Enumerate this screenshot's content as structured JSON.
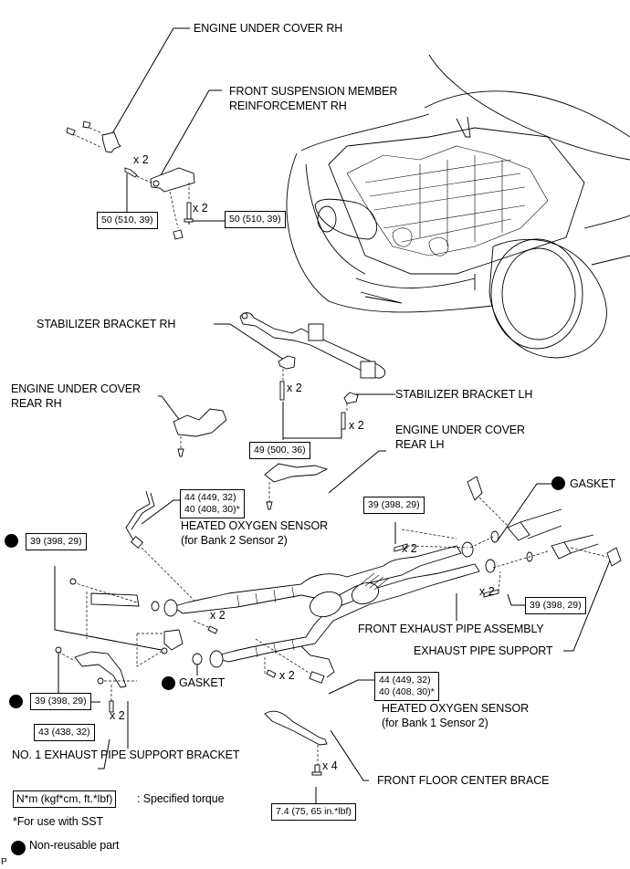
{
  "diagram": {
    "type": "exploded parts diagram",
    "labels": {
      "engine_under_cover_rh": "ENGINE UNDER COVER RH",
      "front_suspension_member_1": "FRONT SUSPENSION MEMBER",
      "front_suspension_member_2": "REINFORCEMENT RH",
      "stabilizer_bracket_rh": "STABILIZER BRACKET RH",
      "stabilizer_bracket_lh": "STABILIZER BRACKET LH",
      "engine_under_cover_rear_rh_1": "ENGINE UNDER COVER",
      "engine_under_cover_rear_rh_2": "REAR RH",
      "engine_under_cover_rear_lh_1": "ENGINE UNDER COVER",
      "engine_under_cover_rear_lh_2": "REAR LH",
      "gasket_top": "GASKET",
      "gasket_bottom": "GASKET",
      "ho2s_bank2_1": "HEATED OXYGEN SENSOR",
      "ho2s_bank2_2": "(for Bank 2 Sensor 2)",
      "ho2s_bank1_1": "HEATED OXYGEN SENSOR",
      "ho2s_bank1_2": "(for Bank 1 Sensor 2)",
      "front_exhaust_pipe_assembly": "FRONT EXHAUST PIPE ASSEMBLY",
      "exhaust_pipe_support": "EXHAUST PIPE SUPPORT",
      "no1_exhaust_pipe_support_bracket": "NO. 1 EXHAUST PIPE SUPPORT BRACKET",
      "front_floor_center_brace": "FRONT FLOOR CENTER BRACE"
    },
    "torques": {
      "susp_left": "50 (510, 39)",
      "susp_right": "50 (510, 39)",
      "stabilizer": "49 (500, 36)",
      "ho2s_bank2_line1": "44 (449, 32)",
      "ho2s_bank2_line2": "40 (408, 30)*",
      "flange_left": "39 (398, 29)",
      "pipe_top": "39 (398, 29)",
      "pipe_right": "39 (398, 29)",
      "bracket_nut": "39 (398, 29)",
      "bracket_bolt": "43 (438, 32)",
      "ho2s_bank1_line1": "44 (449, 32)",
      "ho2s_bank1_line2": "40 (408, 30)*",
      "brace": "7.4 (75, 65 in.*lbf)"
    },
    "counts": {
      "x2": "x 2",
      "x4": "x 4"
    },
    "legend": {
      "torque_box": "N*m (kgf*cm, ft.*lbf)",
      "torque_desc": ": Specified torque",
      "sst_note": "*For use with SST",
      "non_reusable": "Non-reusable part"
    },
    "page_marker": "P"
  }
}
